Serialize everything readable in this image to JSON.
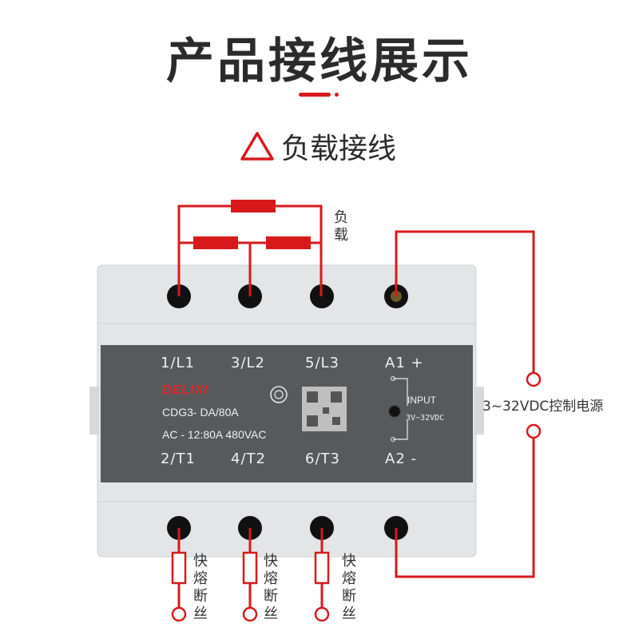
{
  "header": {
    "title": "产品接线展示"
  },
  "section": {
    "title": "负载接线"
  },
  "load_label": "负\n载",
  "control_label": "3~32VDC控制电源",
  "fuse_label": "快\n熔\n断\n丝",
  "device": {
    "brand": "DELIXI",
    "model": "CDG3- DA/80A",
    "rating": "AC - 12:80A  480VAC",
    "top_terminals": [
      "1/L1",
      "3/L2",
      "5/L3",
      "A1 +"
    ],
    "bottom_terminals": [
      "2/T1",
      "4/T2",
      "6/T3",
      "A2 -"
    ],
    "input_label": "INPUT",
    "input_range": "3V~32VDC"
  },
  "colors": {
    "wire": "#d8191c",
    "body": "#e4e5e7",
    "panel": "#58595b"
  }
}
